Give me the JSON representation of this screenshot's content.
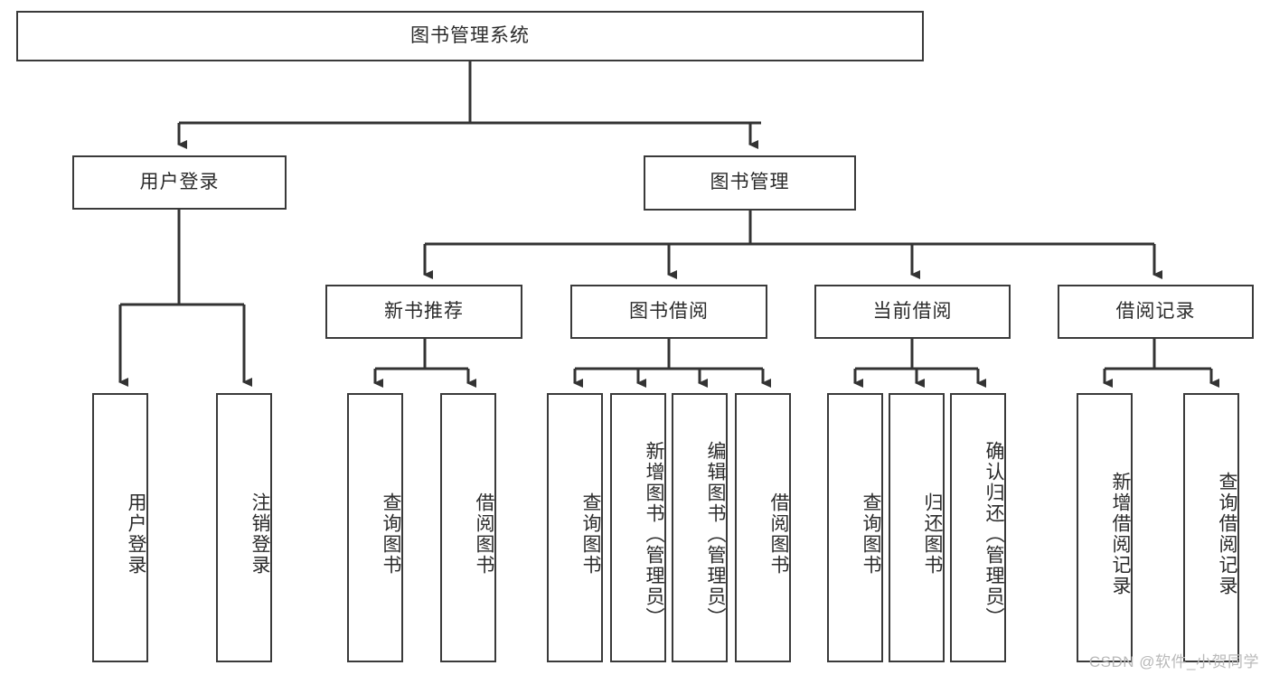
{
  "diagram": {
    "type": "tree-hierarchy-flowchart",
    "title": "图书管理系统",
    "watermark": "CSDN @软件_小贺同学",
    "colors": {
      "box_border": "#3a3a3a",
      "box_fill": "#ffffff",
      "connector": "#333333",
      "text": "#2b2b2b",
      "watermark": "#b9b9b9"
    },
    "levels": {
      "root": {
        "label": "图书管理系统"
      },
      "level2": [
        {
          "label": "用户登录"
        },
        {
          "label": "图书管理"
        }
      ],
      "level3": [
        {
          "label": "新书推荐"
        },
        {
          "label": "图书借阅"
        },
        {
          "label": "当前借阅"
        },
        {
          "label": "借阅记录"
        }
      ],
      "leaves": {
        "user_login": [
          {
            "label": "用户登录"
          },
          {
            "label": "注销登录"
          }
        ],
        "new_book_recommend": [
          {
            "label": "查询图书"
          },
          {
            "label": "借阅图书"
          }
        ],
        "book_borrow": [
          {
            "label": "查询图书"
          },
          {
            "label": "新增图书（管理员）"
          },
          {
            "label": "编辑图书（管理员）"
          },
          {
            "label": "借阅图书"
          }
        ],
        "current_borrow": [
          {
            "label": "查询图书"
          },
          {
            "label": "归还图书"
          },
          {
            "label": "确认归还（管理员）"
          }
        ],
        "borrow_record": [
          {
            "label": "新增借阅记录"
          },
          {
            "label": "查询借阅记录"
          }
        ]
      }
    }
  }
}
